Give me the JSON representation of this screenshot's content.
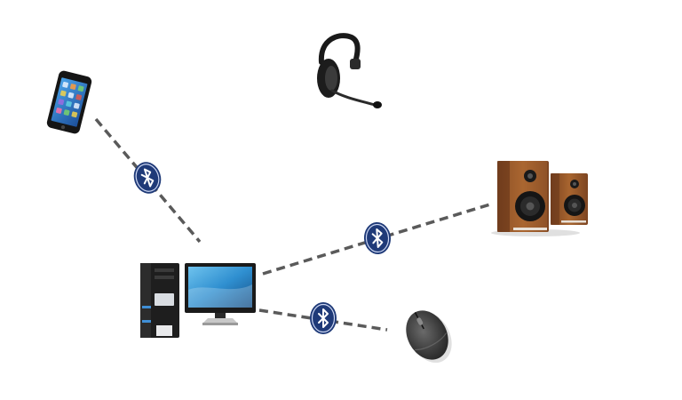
{
  "diagram": {
    "type": "bluetooth-connectivity",
    "hub": "desktop-computer",
    "devices": [
      {
        "id": "smartphone",
        "icon": "smartphone-icon",
        "link": "bluetooth"
      },
      {
        "id": "headset",
        "icon": "headset-icon",
        "link": "none-drawn"
      },
      {
        "id": "speakers",
        "icon": "speakers-icon",
        "link": "bluetooth"
      },
      {
        "id": "mouse",
        "icon": "mouse-icon",
        "link": "bluetooth"
      }
    ],
    "link_style": "dashed",
    "colors": {
      "link": "#5a5a5a",
      "bluetooth_badge": "#1f3a78",
      "bluetooth_symbol": "#ffffff",
      "speaker_wood": "#9a5a2c",
      "screen": "#2f8fd0"
    }
  }
}
